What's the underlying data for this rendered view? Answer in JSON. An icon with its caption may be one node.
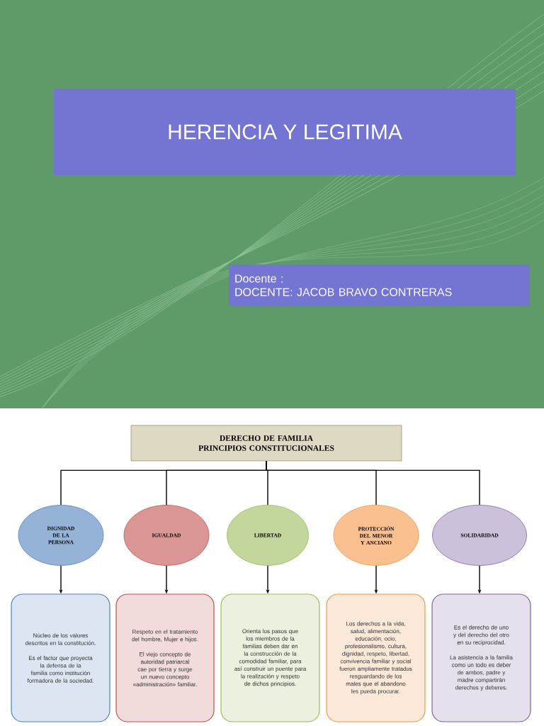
{
  "diagram": {
    "nodes": [
      {
        "text": [
          "HERENCIA Y LEGITIMA"
        ]
      },
      {
        "text": [
          "Docente :",
          "DOCENTE: JACOB BRAVO CONTRERAS"
        ]
      },
      {
        "text": [
          "DERECHO DE FAMILIA PRINCIPIOS CONSTITUCIONALES"
        ]
      },
      {
        "text": [
          "DIGNIDAD DE LA PERSONA"
        ]
      },
      {
        "text": [
          "IGUALDAD"
        ]
      },
      {
        "text": [
          "LIBERTAD"
        ]
      },
      {
        "text": [
          "PROTECCIÓN DEL MENOR Y ANCIANO"
        ]
      },
      {
        "text": [
          "SOLIDARIDAD"
        ]
      },
      {
        "text": [
          "Núcleo de los valores descritos en la constitución.",
          "Es el factor que proyecta la defensa de la familia como institución formadora de la sociedad."
        ]
      },
      {
        "text": [
          "Respeto en el tratamiento del hombre, Mujer e hijos.",
          "El viejo concepto de autoridad patriarcal cae por tierra y surge un nuevo concepto «administración» familiar."
        ]
      },
      {
        "text": [
          "Orienta los pasos que los miembros de la familias deben dar en la construcción de la comodidad familiar, para así construir un puente para la realización y respeto de dichos principios."
        ]
      },
      {
        "text": [
          "Los derechos a la vida, salud, alimentación, educación, ocio, profesionalismo, cultura, dignidad, respeto, libertad, convivencia familiar y social fueron ampliamente tratados resguardando de los males que el abandono les pueda procurar."
        ]
      },
      {
        "text": [
          "Es el derecho de uno y del derecho del otro en su reciprocidad.",
          "La asistencia a la familia como un todo es deber de ambos, padre y madre compartirán derechos y deberes."
        ]
      }
    ],
    "edges": [
      {
        "from": 2,
        "to": 3,
        "arrow": "none"
      },
      {
        "from": 2,
        "to": 4,
        "arrow": "none"
      },
      {
        "from": 2,
        "to": 5,
        "arrow": "none"
      },
      {
        "from": 2,
        "to": 6,
        "arrow": "none"
      },
      {
        "from": 2,
        "to": 7,
        "arrow": "none"
      },
      {
        "from": 3,
        "to": 8,
        "arrow": "to"
      },
      {
        "from": 4,
        "to": 9,
        "arrow": "to"
      },
      {
        "from": 5,
        "to": 10,
        "arrow": "to"
      },
      {
        "from": 6,
        "to": 11,
        "arrow": "to"
      },
      {
        "from": 7,
        "to": 12,
        "arrow": "to"
      }
    ]
  }
}
